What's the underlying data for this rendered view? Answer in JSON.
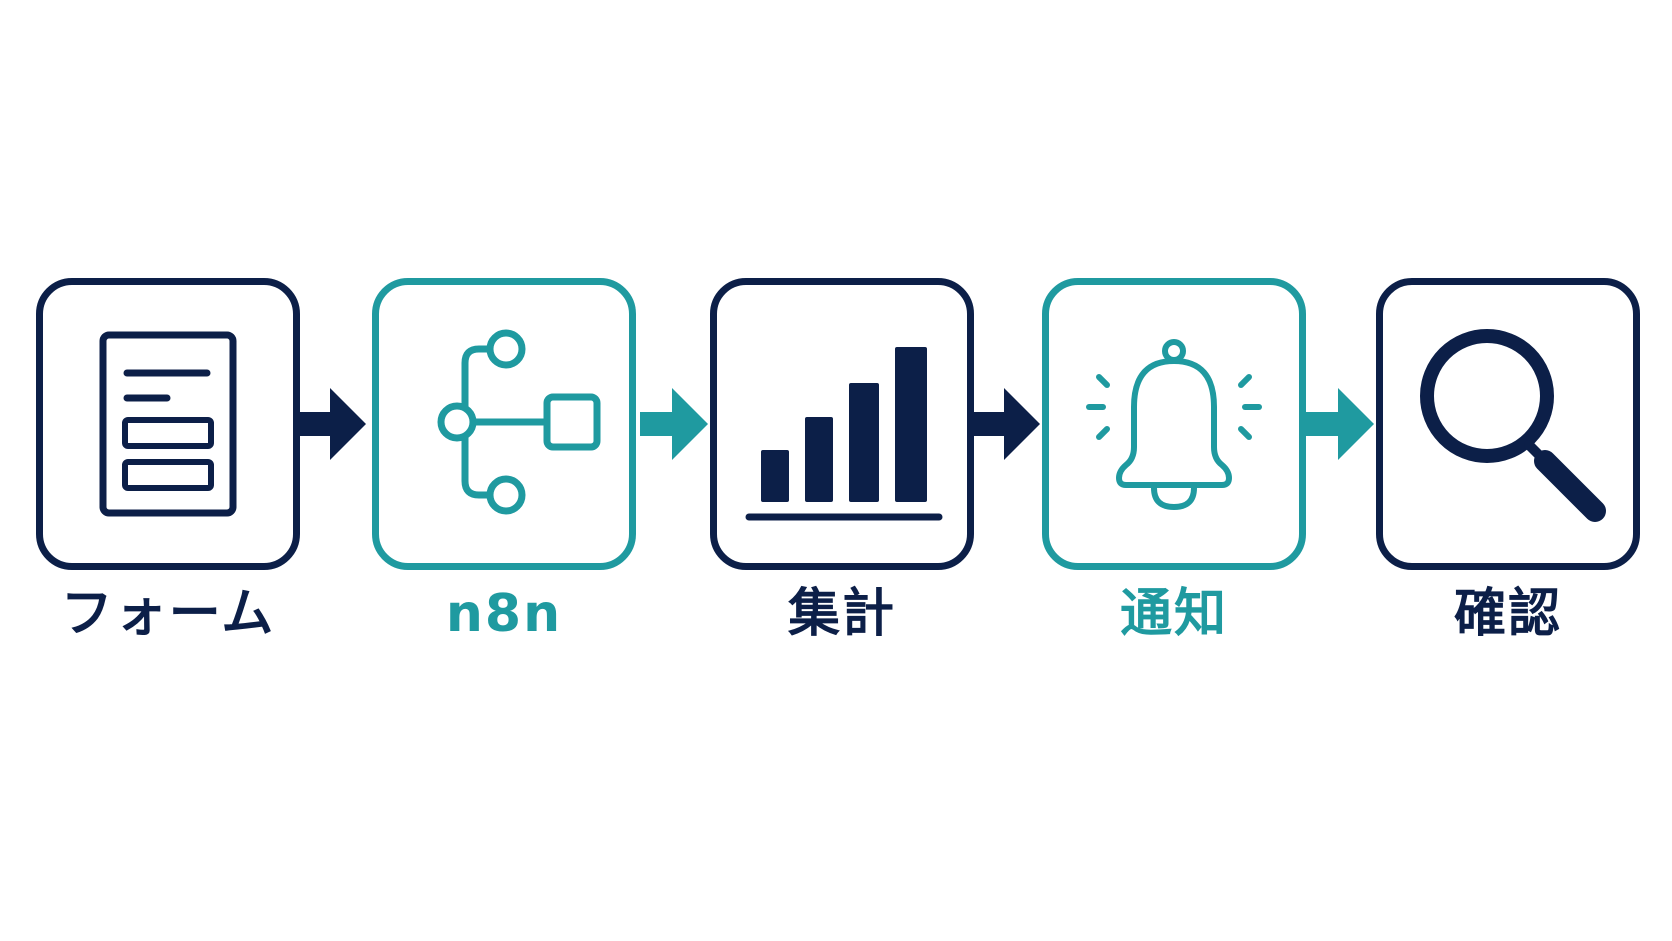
{
  "steps": [
    {
      "id": "form",
      "label": "フォーム",
      "icon": "form-document-icon",
      "accent": "#0c1f48"
    },
    {
      "id": "n8n",
      "label": "n8n",
      "icon": "workflow-nodes-icon",
      "accent": "#1f9aa0"
    },
    {
      "id": "aggregate",
      "label": "集計",
      "icon": "bar-chart-icon",
      "accent": "#0c1f48"
    },
    {
      "id": "notify",
      "label": "通知",
      "icon": "bell-icon",
      "accent": "#1f9aa0"
    },
    {
      "id": "confirm",
      "label": "確認",
      "icon": "magnifier-icon",
      "accent": "#0c1f48"
    }
  ],
  "colors": {
    "navy": "#0c1f48",
    "teal": "#1f9aa0",
    "background": "#ffffff"
  }
}
